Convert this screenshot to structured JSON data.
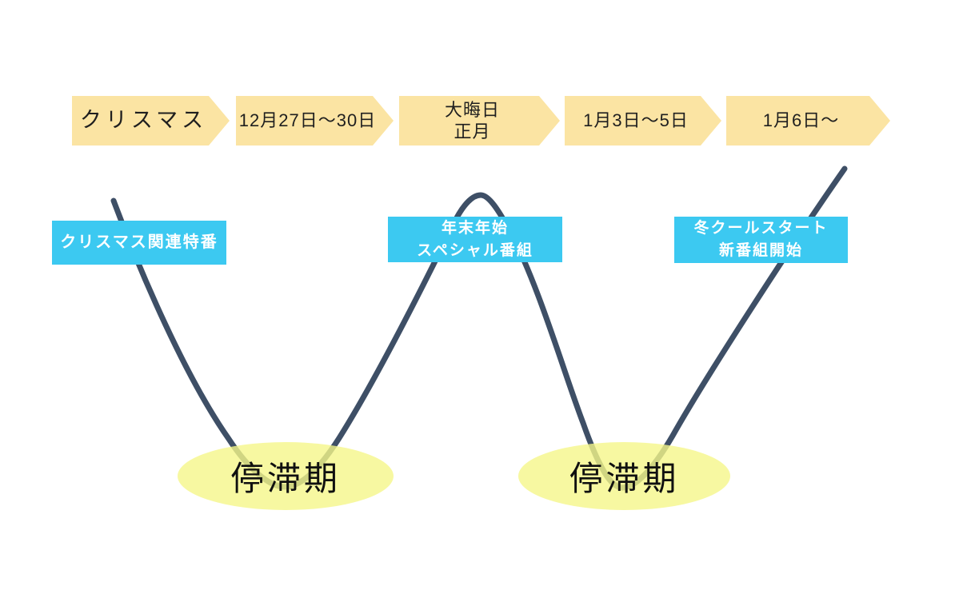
{
  "timeline": {
    "steps": [
      {
        "label": "クリスマス"
      },
      {
        "label": "12月27日〜30日"
      },
      {
        "label": "大晦日\n正月"
      },
      {
        "label": "1月3日〜5日"
      },
      {
        "label": "1月6日〜"
      }
    ]
  },
  "events": {
    "christmas_specials": {
      "label": "クリスマス関連特番"
    },
    "new_year_specials": {
      "label": "年末年始\nスペシャル番組"
    },
    "winter_season_start": {
      "label": "冬クールスタート\n新番組開始"
    }
  },
  "stagnation_periods": [
    {
      "label": "停滞期"
    },
    {
      "label": "停滞期"
    }
  ],
  "colors": {
    "timeline_arrow": "#fbe4a3",
    "event_box": "#3cc9f1",
    "event_text": "#ffffff",
    "stagnation_ellipse": "#f5f68a",
    "curve": "#3e4f66",
    "label_text": "#1f1f1f",
    "background": "#ffffff"
  }
}
